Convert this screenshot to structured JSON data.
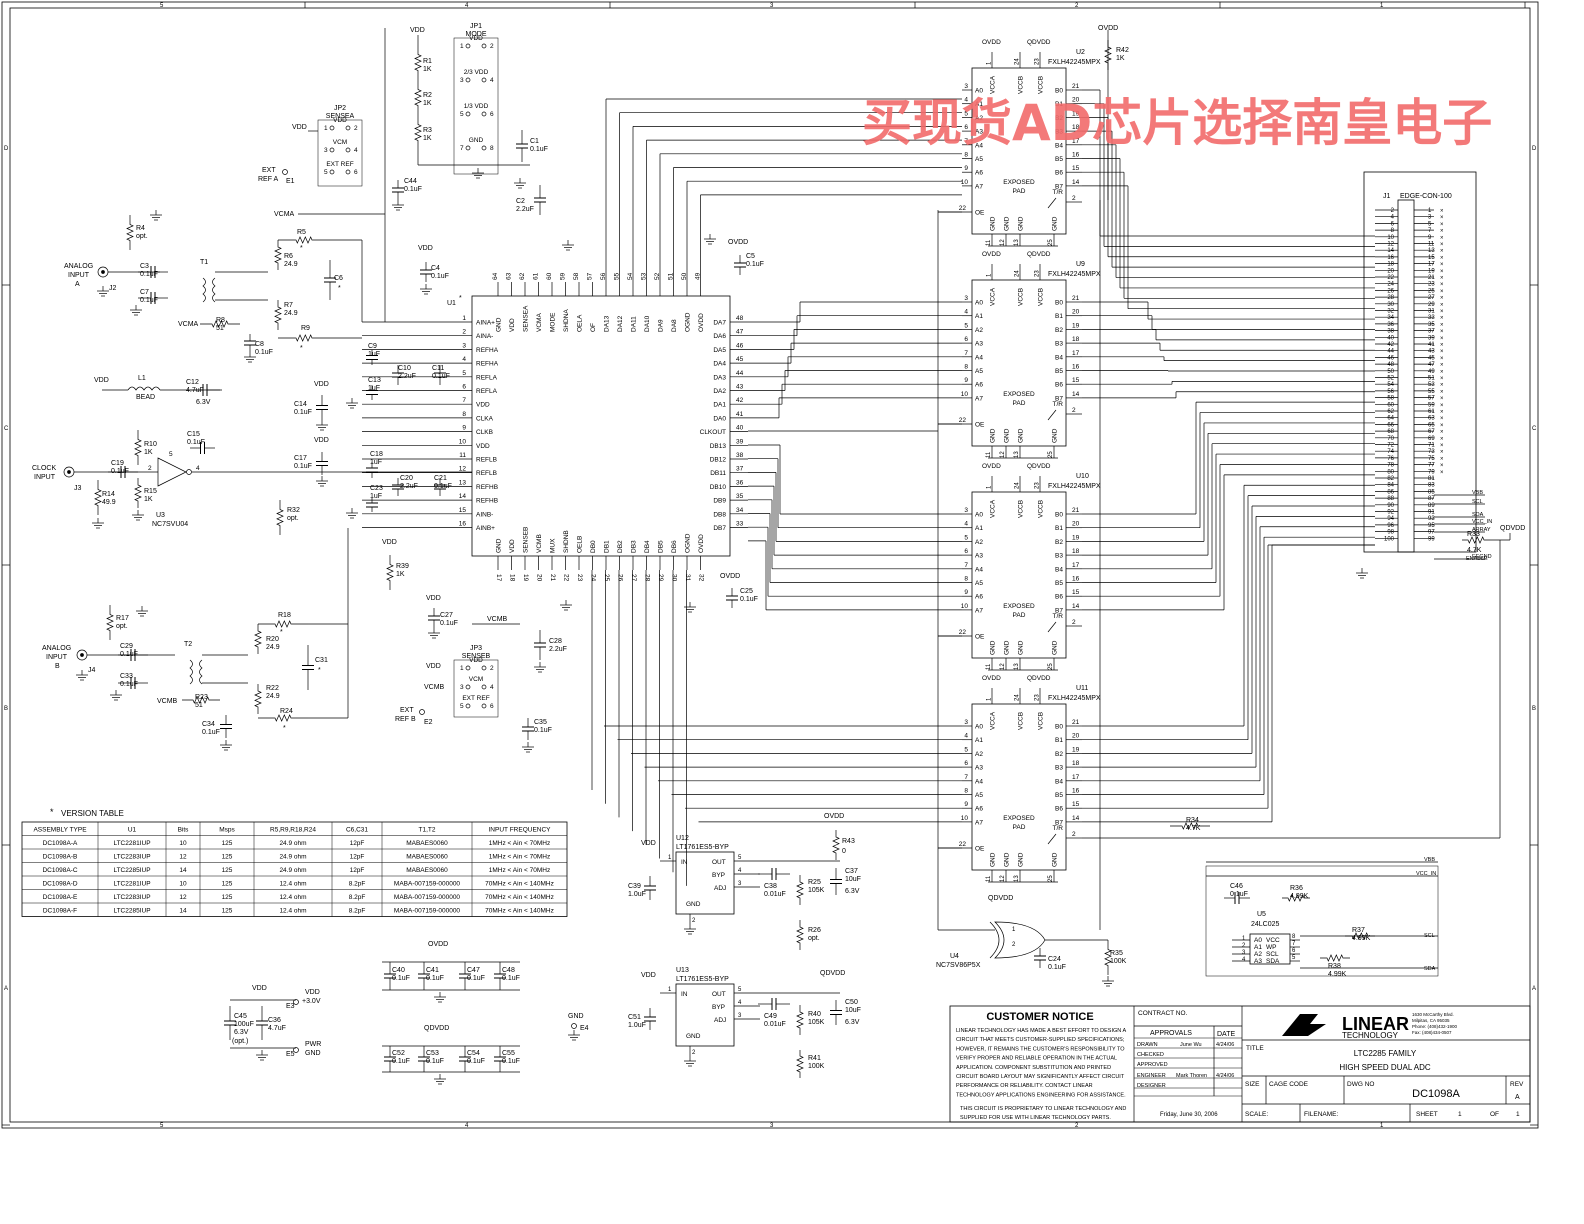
{
  "watermark": "买现货AD芯片选择南皇电子",
  "border": {
    "top": [
      "5",
      "4",
      "3",
      "2",
      "1"
    ],
    "bottom": [
      "5",
      "4",
      "3",
      "2",
      "1"
    ],
    "left": [
      "D",
      "C",
      "B",
      "A"
    ],
    "right": [
      "D",
      "C",
      "B",
      "A"
    ]
  },
  "u1": {
    "ref": "U1",
    "star": "*",
    "left_pins": [
      {
        "n": "1",
        "name": "AINA+"
      },
      {
        "n": "2",
        "name": "AINA-"
      },
      {
        "n": "3",
        "name": "REFHA"
      },
      {
        "n": "4",
        "name": "REFHA"
      },
      {
        "n": "5",
        "name": "REFLA"
      },
      {
        "n": "6",
        "name": "REFLA"
      },
      {
        "n": "7",
        "name": "VDD"
      },
      {
        "n": "8",
        "name": "CLKA"
      },
      {
        "n": "9",
        "name": "CLKB"
      },
      {
        "n": "10",
        "name": "VDD"
      },
      {
        "n": "11",
        "name": "REFLB"
      },
      {
        "n": "12",
        "name": "REFLB"
      },
      {
        "n": "13",
        "name": "REFHB"
      },
      {
        "n": "14",
        "name": "REFHB"
      },
      {
        "n": "15",
        "name": "AINB-"
      },
      {
        "n": "16",
        "name": "AINB+"
      }
    ],
    "right_pins": [
      {
        "n": "48",
        "name": "DA7"
      },
      {
        "n": "47",
        "name": "DA6"
      },
      {
        "n": "46",
        "name": "DA5"
      },
      {
        "n": "45",
        "name": "DA4"
      },
      {
        "n": "44",
        "name": "DA3"
      },
      {
        "n": "43",
        "name": "DA2"
      },
      {
        "n": "42",
        "name": "DA1"
      },
      {
        "n": "41",
        "name": "DA0"
      },
      {
        "n": "40",
        "name": "CLKOUT"
      },
      {
        "n": "39",
        "name": "DB13"
      },
      {
        "n": "38",
        "name": "DB12"
      },
      {
        "n": "37",
        "name": "DB11"
      },
      {
        "n": "36",
        "name": "DB10"
      },
      {
        "n": "35",
        "name": "DB9"
      },
      {
        "n": "34",
        "name": "DB8"
      },
      {
        "n": "33",
        "name": "DB7"
      }
    ],
    "top_pins": [
      {
        "n": "64",
        "name": "GND"
      },
      {
        "n": "63",
        "name": "VDD"
      },
      {
        "n": "62",
        "name": "SENSEA"
      },
      {
        "n": "61",
        "name": "VCMA"
      },
      {
        "n": "60",
        "name": "MODE"
      },
      {
        "n": "59",
        "name": "SHDNA"
      },
      {
        "n": "58",
        "name": "OELA"
      },
      {
        "n": "57",
        "name": "OF"
      },
      {
        "n": "56",
        "name": "DA13"
      },
      {
        "n": "55",
        "name": "DA12"
      },
      {
        "n": "54",
        "name": "DA11"
      },
      {
        "n": "53",
        "name": "DA10"
      },
      {
        "n": "52",
        "name": "DA9"
      },
      {
        "n": "51",
        "name": "DA8"
      },
      {
        "n": "50",
        "name": "OGND"
      },
      {
        "n": "49",
        "name": "OVDD"
      }
    ],
    "bottom_pins": [
      {
        "n": "17",
        "name": "GND"
      },
      {
        "n": "18",
        "name": "VDD"
      },
      {
        "n": "19",
        "name": "SENSEB"
      },
      {
        "n": "20",
        "name": "VCMB"
      },
      {
        "n": "21",
        "name": "MUX"
      },
      {
        "n": "22",
        "name": "SHDNB"
      },
      {
        "n": "23",
        "name": "OELB"
      },
      {
        "n": "24",
        "name": "DB0"
      },
      {
        "n": "25",
        "name": "DB1"
      },
      {
        "n": "26",
        "name": "DB2"
      },
      {
        "n": "27",
        "name": "DB3"
      },
      {
        "n": "28",
        "name": "DB4"
      },
      {
        "n": "29",
        "name": "DB5"
      },
      {
        "n": "30",
        "name": "DB6"
      },
      {
        "n": "31",
        "name": "OGND"
      },
      {
        "n": "32",
        "name": "OVDD"
      }
    ]
  },
  "buffers": [
    {
      "ref": "U2",
      "part": "FXLH42245MPX"
    },
    {
      "ref": "U9",
      "part": "FXLH42245MPX"
    },
    {
      "ref": "U10",
      "part": "FXLH42245MPX"
    },
    {
      "ref": "U11",
      "part": "FXLH42245MPX"
    }
  ],
  "buffer_pins": {
    "a_left": [
      {
        "n": "3",
        "name": "A0"
      },
      {
        "n": "4",
        "name": "A1"
      },
      {
        "n": "5",
        "name": "A2"
      },
      {
        "n": "6",
        "name": "A3"
      },
      {
        "n": "7",
        "name": "A4"
      },
      {
        "n": "8",
        "name": "A5"
      },
      {
        "n": "9",
        "name": "A6"
      },
      {
        "n": "10",
        "name": "A7"
      }
    ],
    "b_right": [
      {
        "n": "21",
        "name": "B0"
      },
      {
        "n": "20",
        "name": "B1"
      },
      {
        "n": "19",
        "name": "B2"
      },
      {
        "n": "18",
        "name": "B3"
      },
      {
        "n": "17",
        "name": "B4"
      },
      {
        "n": "16",
        "name": "B5"
      },
      {
        "n": "15",
        "name": "B6"
      },
      {
        "n": "14",
        "name": "B7"
      }
    ],
    "oe": {
      "n": "22",
      "name": "OE"
    },
    "tr": {
      "n": "2",
      "name": "T/R"
    },
    "top": [
      {
        "n": "1",
        "name": "VCCA"
      },
      {
        "n": "24",
        "name": "VCCB"
      },
      {
        "n": "23",
        "name": "VCCB"
      }
    ],
    "bottom": [
      {
        "n": "11",
        "name": "GND"
      },
      {
        "n": "12",
        "name": "GND"
      },
      {
        "n": "13",
        "name": "GND"
      },
      {
        "n": "25",
        "name": "GND"
      }
    ],
    "pad": [
      "EXPOSED",
      "PAD"
    ],
    "ovdd": "OVDD",
    "qdvdd": "QDVDD"
  },
  "jumpers": {
    "jp1": {
      "ref": "JP1",
      "title": "MODE",
      "rows": [
        "VDD",
        "2/3 VDD",
        "1/3 VDD",
        "GND"
      ],
      "pins": [
        [
          "1",
          "2"
        ],
        [
          "3",
          "4"
        ],
        [
          "5",
          "6"
        ],
        [
          "7",
          "8"
        ]
      ]
    },
    "jp2": {
      "ref": "JP2",
      "title": "SENSEA",
      "rows": [
        "VDD",
        "VCM",
        "EXT REF"
      ],
      "pins": [
        [
          "1",
          "2"
        ],
        [
          "3",
          "4"
        ],
        [
          "5",
          "6"
        ]
      ]
    },
    "jp3": {
      "ref": "JP3",
      "title": "SENSEB",
      "rows": [
        "VDD",
        "VCM",
        "EXT REF"
      ],
      "pins": [
        [
          "1",
          "2"
        ],
        [
          "3",
          "4"
        ],
        [
          "5",
          "6"
        ]
      ]
    }
  },
  "connector": {
    "ref": "J1",
    "part": "EDGE-CON-100",
    "right_signals": [
      "VBB",
      "SCL",
      "SDA",
      "VCC_IN",
      "ARRAY",
      "EEGND"
    ],
    "r33": "R33",
    "r33_val": "4.7K",
    "enable": "ENABLE",
    "qdvdd": "QDVDD"
  },
  "labels": {
    "analog_a": [
      "ANALOG",
      "INPUT",
      "A"
    ],
    "j2": "J2",
    "analog_b": [
      "ANALOG",
      "INPUT",
      "B"
    ],
    "j4": "J4",
    "clock": [
      "CLOCK",
      "INPUT"
    ],
    "j3": "J3",
    "ext_refa": [
      "EXT",
      "REF A"
    ],
    "e1": "E1",
    "ext_refb": [
      "EXT",
      "REF B"
    ],
    "e2": "E2",
    "vcma": "VCMA",
    "vcmb": "VCMB",
    "vdd": "VDD",
    "ovdd": "OVDD",
    "qdvdd": "QDVDD",
    "t1": "T1",
    "t2": "T2",
    "l1": "L1",
    "bead": "BEAD",
    "u3": "U3",
    "u3_part": "NC7SVU04",
    "u4": "U4",
    "u4_part": "NC7SV86P5X",
    "u5": "U5",
    "u5_part": "24LC025",
    "u5_pins": [
      "A0",
      "A1",
      "A2",
      "A3",
      "VCC",
      "WP",
      "SCL",
      "SDA"
    ],
    "u12": "U12",
    "u13": "U13",
    "ldo_part": "LT1761ES5-BYP",
    "ldo_pins": [
      "IN",
      "OUT",
      "BYP",
      "ADJ",
      "GND"
    ],
    "vdd_33": "+3.0V",
    "pwr_gnd": [
      "PWR",
      "GND"
    ],
    "e3": "E3",
    "e4": "E4",
    "e5": "E5",
    "gnd": "GND",
    "vbb": "VBB",
    "vcc_in": "VCC_IN",
    "scl": "SCL",
    "sda": "SDA"
  },
  "components": [
    {
      "ref": "R1",
      "val": "1K"
    },
    {
      "ref": "R2",
      "val": "1K"
    },
    {
      "ref": "R3",
      "val": "1K"
    },
    {
      "ref": "R4",
      "val": "opt."
    },
    {
      "ref": "R5",
      "val": ""
    },
    {
      "ref": "R6",
      "val": "24.9"
    },
    {
      "ref": "R7",
      "val": "24.9"
    },
    {
      "ref": "R8",
      "val": "51"
    },
    {
      "ref": "R9",
      "val": ""
    },
    {
      "ref": "R10",
      "val": "1K"
    },
    {
      "ref": "R14",
      "val": "49.9"
    },
    {
      "ref": "R15",
      "val": "1K"
    },
    {
      "ref": "R17",
      "val": "opt."
    },
    {
      "ref": "R18",
      "val": ""
    },
    {
      "ref": "R20",
      "val": "24.9"
    },
    {
      "ref": "R22",
      "val": "24.9"
    },
    {
      "ref": "R23",
      "val": "51"
    },
    {
      "ref": "R24",
      "val": ""
    },
    {
      "ref": "R32",
      "val": "opt."
    },
    {
      "ref": "R34",
      "val": "4.7K"
    },
    {
      "ref": "R35",
      "val": "100K"
    },
    {
      "ref": "R36",
      "val": "4.99K"
    },
    {
      "ref": "R37",
      "val": "4.99K"
    },
    {
      "ref": "R38",
      "val": "4.99K"
    },
    {
      "ref": "R39",
      "val": "1K"
    },
    {
      "ref": "R40",
      "val": "105K"
    },
    {
      "ref": "R41",
      "val": "100K"
    },
    {
      "ref": "R42",
      "val": "1K"
    },
    {
      "ref": "R25",
      "val": "105K"
    },
    {
      "ref": "R26",
      "val": "opt."
    },
    {
      "ref": "R43",
      "val": "0"
    },
    {
      "ref": "C1",
      "val": "0.1uF"
    },
    {
      "ref": "C2",
      "val": "2.2uF"
    },
    {
      "ref": "C3",
      "val": "0.1uF"
    },
    {
      "ref": "C4",
      "val": "0.1uF"
    },
    {
      "ref": "C5",
      "val": "0.1uF"
    },
    {
      "ref": "C6",
      "val": "*"
    },
    {
      "ref": "C7",
      "val": "0.1uF"
    },
    {
      "ref": "C8",
      "val": "0.1uF"
    },
    {
      "ref": "C9",
      "val": "1uF"
    },
    {
      "ref": "C10",
      "val": "2.2uF"
    },
    {
      "ref": "C11",
      "val": "0.1uF"
    },
    {
      "ref": "C12",
      "val": "4.7uF"
    },
    {
      "ref": "C13",
      "val": "1uF"
    },
    {
      "ref": "C14",
      "val": "0.1uF"
    },
    {
      "ref": "C15",
      "val": "0.1uF"
    },
    {
      "ref": "C17",
      "val": "0.1uF"
    },
    {
      "ref": "C18",
      "val": "1uF"
    },
    {
      "ref": "C19",
      "val": "0.1uF"
    },
    {
      "ref": "C20",
      "val": "2.2uF"
    },
    {
      "ref": "C21",
      "val": "0.1uF"
    },
    {
      "ref": "C23",
      "val": "1uF"
    },
    {
      "ref": "C24",
      "val": "0.1uF"
    },
    {
      "ref": "C25",
      "val": "0.1uF"
    },
    {
      "ref": "C27",
      "val": "0.1uF"
    },
    {
      "ref": "C28",
      "val": "2.2uF"
    },
    {
      "ref": "C29",
      "val": "0.1uF"
    },
    {
      "ref": "C31",
      "val": "*"
    },
    {
      "ref": "C33",
      "val": "0.1uF"
    },
    {
      "ref": "C34",
      "val": "0.1uF"
    },
    {
      "ref": "C35",
      "val": "0.1uF"
    },
    {
      "ref": "C36",
      "val": "4.7uF"
    },
    {
      "ref": "C37",
      "val": "10uF"
    },
    {
      "ref": "C38",
      "val": "0.01uF"
    },
    {
      "ref": "C39",
      "val": "1.0uF"
    },
    {
      "ref": "C40",
      "val": "0.1uF"
    },
    {
      "ref": "C41",
      "val": "0.1uF"
    },
    {
      "ref": "C44",
      "val": "0.1uF"
    },
    {
      "ref": "C45",
      "val": "100uF"
    },
    {
      "ref": "C46",
      "val": "0.1uF"
    },
    {
      "ref": "C47",
      "val": "0.1uF"
    },
    {
      "ref": "C48",
      "val": "0.1uF"
    },
    {
      "ref": "C49",
      "val": "0.01uF"
    },
    {
      "ref": "C50",
      "val": "10uF"
    },
    {
      "ref": "C51",
      "val": "1.0uF"
    },
    {
      "ref": "C52",
      "val": "0.1uF"
    },
    {
      "ref": "C53",
      "val": "0.1uF"
    },
    {
      "ref": "C54",
      "val": "0.1uF"
    },
    {
      "ref": "C55",
      "val": "0.1uF"
    }
  ],
  "version_table": {
    "title": "VERSION TABLE",
    "star": "*",
    "headers": [
      "ASSEMBLY TYPE",
      "U1",
      "Bits",
      "Msps",
      "R5,R9,R18,R24",
      "C6,C31",
      "T1,T2",
      "INPUT FREQUENCY"
    ],
    "rows": [
      [
        "DC1098A-A",
        "LTC2281IUP",
        "10",
        "125",
        "24.9 ohm",
        "12pF",
        "MABAES0060",
        "1MHz < Ain < 70MHz"
      ],
      [
        "DC1098A-B",
        "LTC2283IUP",
        "12",
        "125",
        "24.9 ohm",
        "12pF",
        "MABAES0060",
        "1MHz < Ain < 70MHz"
      ],
      [
        "DC1098A-C",
        "LTC2285IUP",
        "14",
        "125",
        "24.9 ohm",
        "12pF",
        "MABAES0060",
        "1MHz < Ain < 70MHz"
      ],
      [
        "DC1098A-D",
        "LTC2281IUP",
        "10",
        "125",
        "12.4 ohm",
        "8.2pF",
        "MABA-007159-000000",
        "70MHz < Ain < 140MHz"
      ],
      [
        "DC1098A-E",
        "LTC2283IUP",
        "12",
        "125",
        "12.4 ohm",
        "8.2pF",
        "MABA-007159-000000",
        "70MHz < Ain < 140MHz"
      ],
      [
        "DC1098A-F",
        "LTC2285IUP",
        "14",
        "125",
        "12.4 ohm",
        "8.2pF",
        "MABA-007159-000000",
        "70MHz < Ain < 140MHz"
      ]
    ]
  },
  "title_block": {
    "customer_notice": "CUSTOMER NOTICE",
    "notice_lines": [
      "LINEAR TECHNOLOGY HAS MADE A BEST EFFORT TO DESIGN A",
      "CIRCUIT THAT MEETS CUSTOMER-SUPPLIED SPECIFICATIONS;",
      "HOWEVER, IT REMAINS THE CUSTOMER'S RESPONSIBILITY TO",
      "VERIFY PROPER AND RELIABLE OPERATION IN THE ACTUAL",
      "APPLICATION. COMPONENT SUBSTITUTION AND PRINTED",
      "CIRCUIT BOARD LAYOUT MAY SIGNIFICANTLY AFFECT CIRCUIT",
      "PERFORMANCE OR RELIABILITY. CONTACT LINEAR",
      "TECHNOLOGY APPLICATIONS ENGINEERING FOR ASSISTANCE."
    ],
    "proprietary": [
      "THIS CIRCUIT IS PROPRIETARY TO LINEAR TECHNOLOGY AND",
      "SUPPLIED FOR USE WITH LINEAR TECHNOLOGY PARTS."
    ],
    "contract_no": "CONTRACT NO.",
    "approvals": "APPROVALS",
    "date": "DATE",
    "drawn": "DRAWN",
    "drawn_by": "June Wu",
    "drawn_date": "4/24/06",
    "checked": "CHECKED",
    "approved": "APPROVED",
    "engineer": "ENGINEER",
    "engineer_by": "Mark Thoren",
    "engineer_date": "4/24/06",
    "designer": "DESIGNER",
    "date_printed": "Friday, June 30, 2006",
    "logo_top": "LINEAR",
    "logo_bottom": "TECHNOLOGY",
    "address": [
      "1630 McCarthy Blvd.",
      "Milpitas, CA 95035",
      "Phone: (408)432-1900",
      "Fax: (408)434-0507"
    ],
    "title_label": "TITLE",
    "title_1": "LTC2285 FAMILY",
    "title_2": "HIGH SPEED DUAL ADC",
    "size": "SIZE",
    "cage": "CAGE CODE",
    "dwg_no": "DWG NO",
    "dwg": "DC1098A",
    "rev": "REV",
    "rev_val": "A",
    "scale": "SCALE:",
    "filename": "FILENAME:",
    "sheet": "SHEET",
    "sheet_n": "1",
    "of": "OF",
    "of_n": "1"
  }
}
